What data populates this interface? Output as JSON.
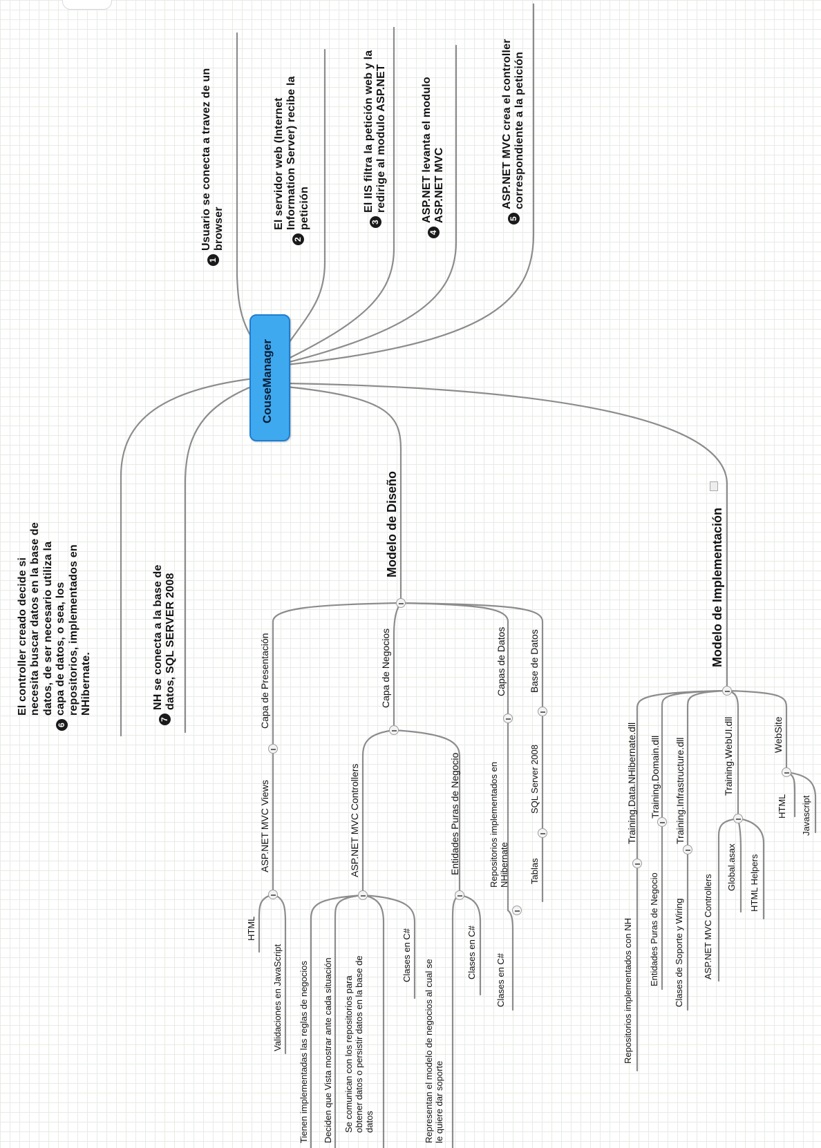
{
  "central": "CouseManager",
  "steps": [
    {
      "num": "1",
      "lines": [
        "Usuario se conecta a travez de un",
        "browser"
      ]
    },
    {
      "num": "2",
      "lines": [
        "El servidor web (Internet",
        "Information Server) recibe la",
        "petición"
      ]
    },
    {
      "num": "3",
      "lines": [
        "El IIS filtra la petición web y la",
        "redirige al modulo ASP.NET"
      ]
    },
    {
      "num": "4",
      "lines": [
        "ASP.NET levanta el modulo",
        "ASP.NET MVC"
      ]
    },
    {
      "num": "5",
      "lines": [
        "ASP.NET MVC crea el controller",
        "correspondiente a la petición"
      ]
    },
    {
      "num": "6",
      "lines": [
        "El controller creado decide si",
        "necesita buscar datos en la base de",
        "datos, de ser necesario utiliza la",
        "capa de datos, o sea, los",
        "repositorios, implementados en",
        "NHibernate."
      ]
    },
    {
      "num": "7",
      "lines": [
        "NH se conecta a la base de",
        "datos, SQL SERVER 2008"
      ]
    }
  ],
  "diseno": {
    "title": "Modelo de Diseño",
    "presentacion": {
      "label": "Capa de Presentación",
      "views": "ASP.NET MVC Views",
      "html": "HTML",
      "js": "Validaciones en JavaScript"
    },
    "negocios": {
      "label": "Capa de Negocios",
      "controllers": "ASP.NET MVC Controllers",
      "c1": "Tienen implementadas las reglas de negocios",
      "c2": "Deciden que Vista mostrar ante cada situación",
      "c3": [
        "Se comunican con los repositorios para",
        "obtener datos o persistir datos en la base de",
        "datos"
      ],
      "c4": "Clases en C#",
      "entidades": "Entidades Puras de Negocio",
      "e1": [
        "Representan el modelo de negocios al cual se",
        "le quiere dar soporte"
      ],
      "e2": "Clases en C#"
    },
    "datos": {
      "label": "Capas de Datos",
      "repos": [
        "Repositorios implementados en",
        "NHibernate"
      ],
      "r1": "Clases en C#"
    },
    "bd": {
      "label": "Base de Datos",
      "sql": "SQL Server 2008",
      "tablas": "Tablas"
    }
  },
  "impl": {
    "title": "Modelo de Implementación",
    "nh": "Training.Data.NHibernate.dll",
    "nh_child": "Repositorios implementados con NH",
    "domain": "Training.Domain.dll",
    "domain_child": "Entidades Puras de Negocio",
    "infra": "Training.Infrastructure.dll",
    "infra_child": "Clases de Soporte y Wiring",
    "webui": "Training.WebUI.dll",
    "webui_c1": "ASP.NET MVC Controllers",
    "webui_c2": "Global.asax",
    "webui_c3": "HTML Helpers",
    "website": "WebSite",
    "website_c1": "HTML",
    "website_c2": "Javascript"
  }
}
